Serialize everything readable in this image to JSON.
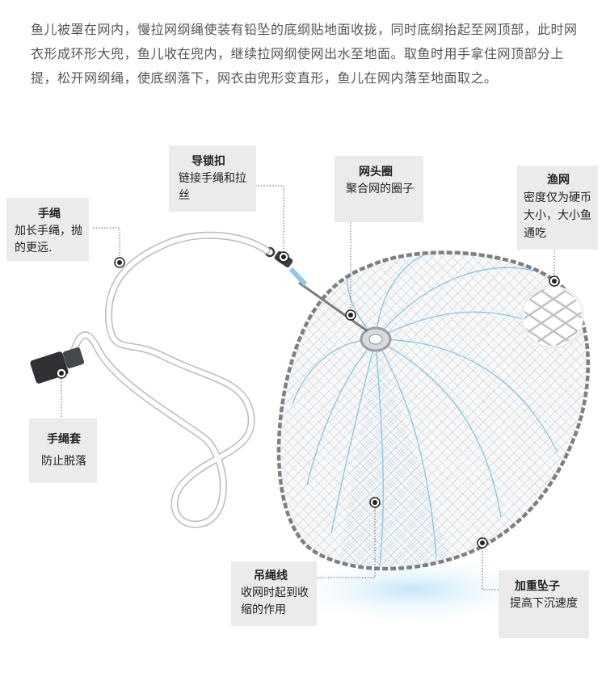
{
  "intro": "鱼儿被罩在网内，慢拉网纲绳使装有铅坠的底纲贴地面收拢，同时底纲抬起至网顶部，此时网衣形成环形大兜，鱼儿收在兜内，继续拉网纲使网出水至地面。取鱼时用手拿住网顶部分上提，松开网纲绳，使底纲落下，网衣由兜形变直形，鱼儿在网内落至地面取之。",
  "labels": {
    "hand_rope": {
      "title": "手绳",
      "desc": "加长手绳，抛的更远."
    },
    "swivel": {
      "title": "导锁扣",
      "desc": "链接手绳和拉丝"
    },
    "head_ring": {
      "title": "网头圈",
      "desc": "聚合网的圈子"
    },
    "net": {
      "title": "渔网",
      "desc": "密度仅为硬币大小，大小鱼通吃"
    },
    "rope_cover": {
      "title": "手绳套",
      "desc": "防止脱落"
    },
    "lift_line": {
      "title": "吊绳线",
      "desc": "收网时起到收缩的作用"
    },
    "weight": {
      "title": "加重坠子",
      "desc": "提高下沉速度"
    }
  }
}
